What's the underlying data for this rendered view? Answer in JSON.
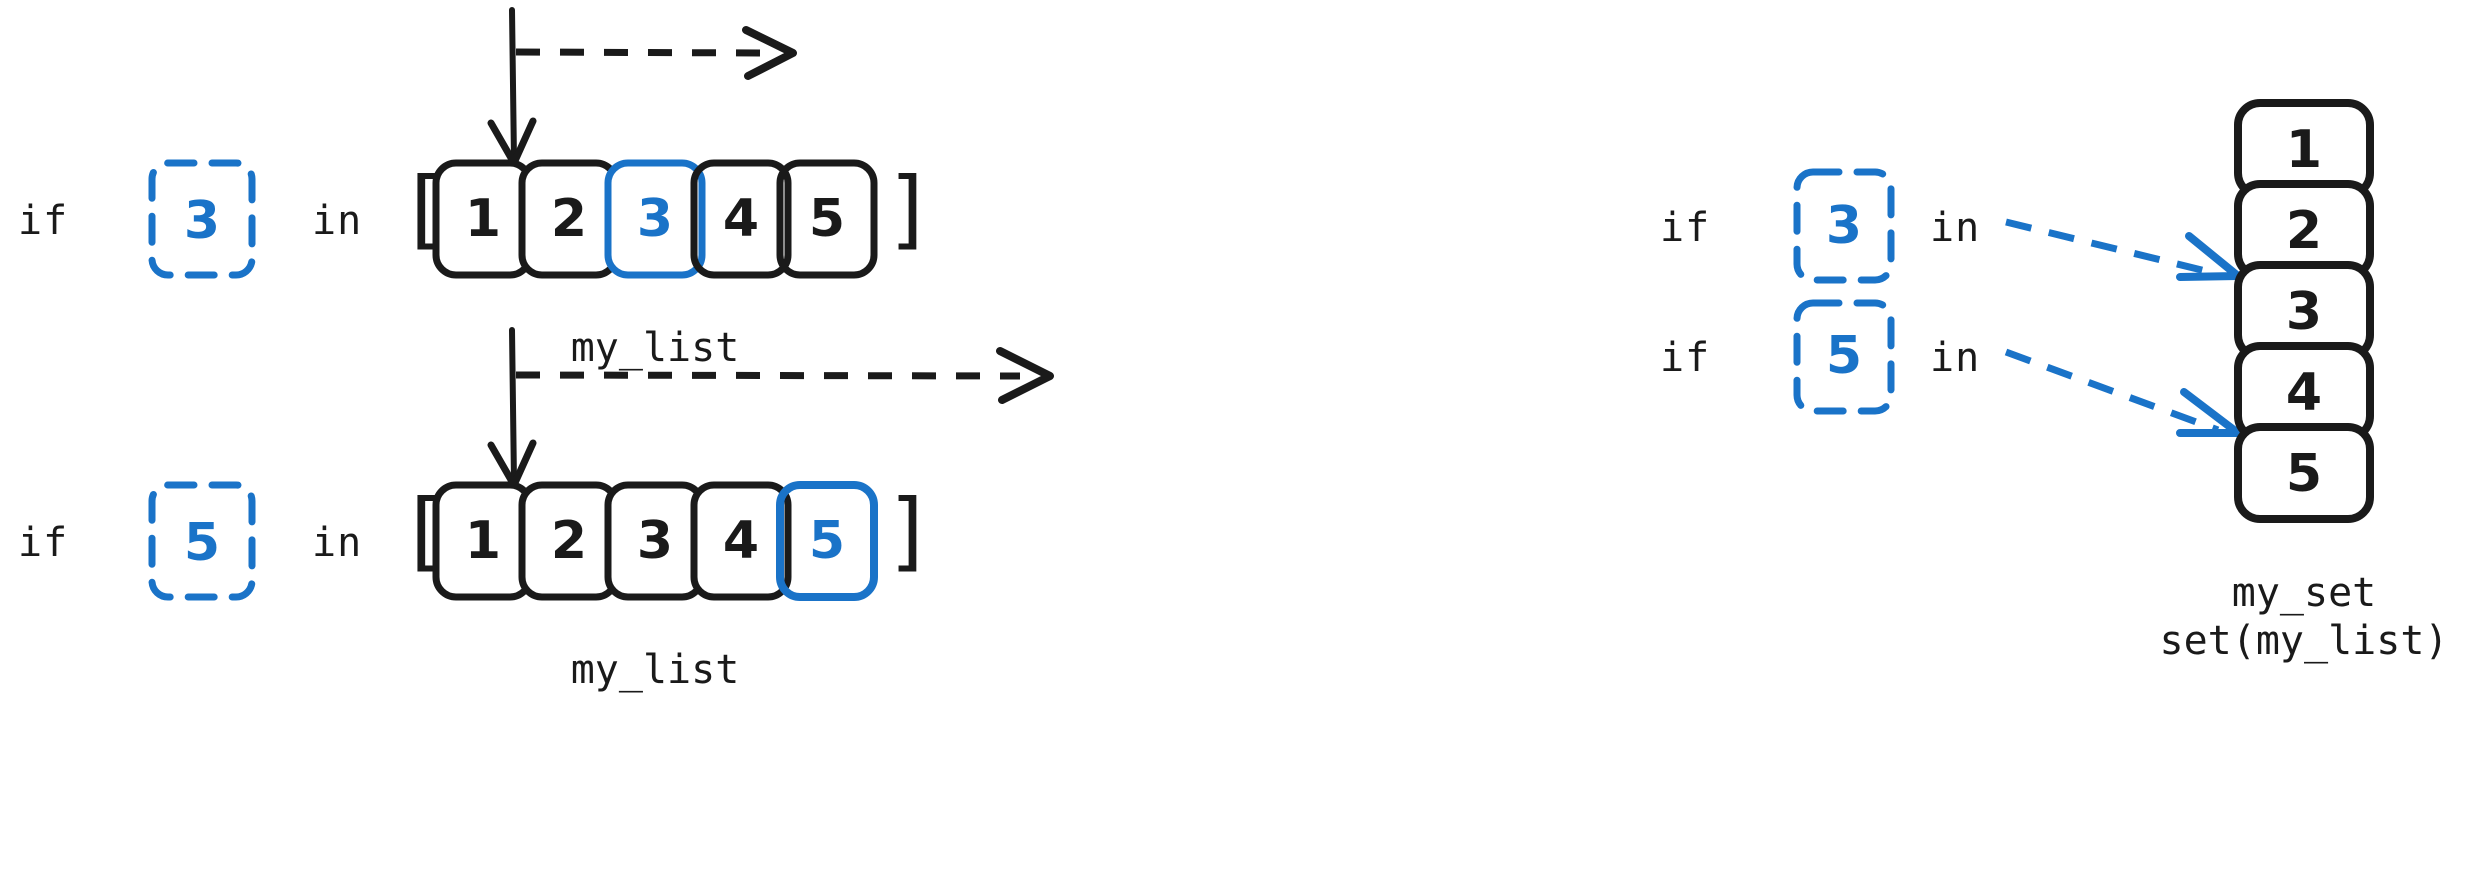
{
  "meta": {
    "title": "Membership test: list vs set",
    "colors": {
      "ink": "#1a1a1a",
      "accent_blue": "#1a73c8",
      "background": "#ffffff"
    }
  },
  "keywords": {
    "if": "if",
    "in": "in",
    "open_bracket": "[",
    "close_bracket": "]"
  },
  "list_panel": {
    "rows": [
      {
        "id": "list-row-3",
        "query_value": "3",
        "if_label": "if",
        "in_label": "in",
        "open_bracket": "[",
        "close_bracket": "]",
        "caption": "my_list",
        "items": [
          {
            "value": "1",
            "highlight": false
          },
          {
            "value": "2",
            "highlight": false
          },
          {
            "value": "3",
            "highlight": true
          },
          {
            "value": "4",
            "highlight": false
          },
          {
            "value": "5",
            "highlight": false
          }
        ],
        "scan_steps": 3
      },
      {
        "id": "list-row-5",
        "query_value": "5",
        "if_label": "if",
        "in_label": "in",
        "open_bracket": "[",
        "close_bracket": "]",
        "caption": "my_list",
        "items": [
          {
            "value": "1",
            "highlight": false
          },
          {
            "value": "2",
            "highlight": false
          },
          {
            "value": "3",
            "highlight": false
          },
          {
            "value": "4",
            "highlight": false
          },
          {
            "value": "5",
            "highlight": true
          }
        ],
        "scan_steps": 5
      }
    ]
  },
  "set_panel": {
    "queries": [
      {
        "id": "set-query-3",
        "if_label": "if",
        "query_value": "3",
        "in_label": "in",
        "target_value": "3"
      },
      {
        "id": "set-query-5",
        "if_label": "if",
        "query_value": "5",
        "in_label": "in",
        "target_value": "5"
      }
    ],
    "items": [
      {
        "value": "1"
      },
      {
        "value": "2"
      },
      {
        "value": "3"
      },
      {
        "value": "4"
      },
      {
        "value": "5"
      }
    ],
    "caption_line_1": "my_set",
    "caption_line_2": "set(my_list)"
  }
}
